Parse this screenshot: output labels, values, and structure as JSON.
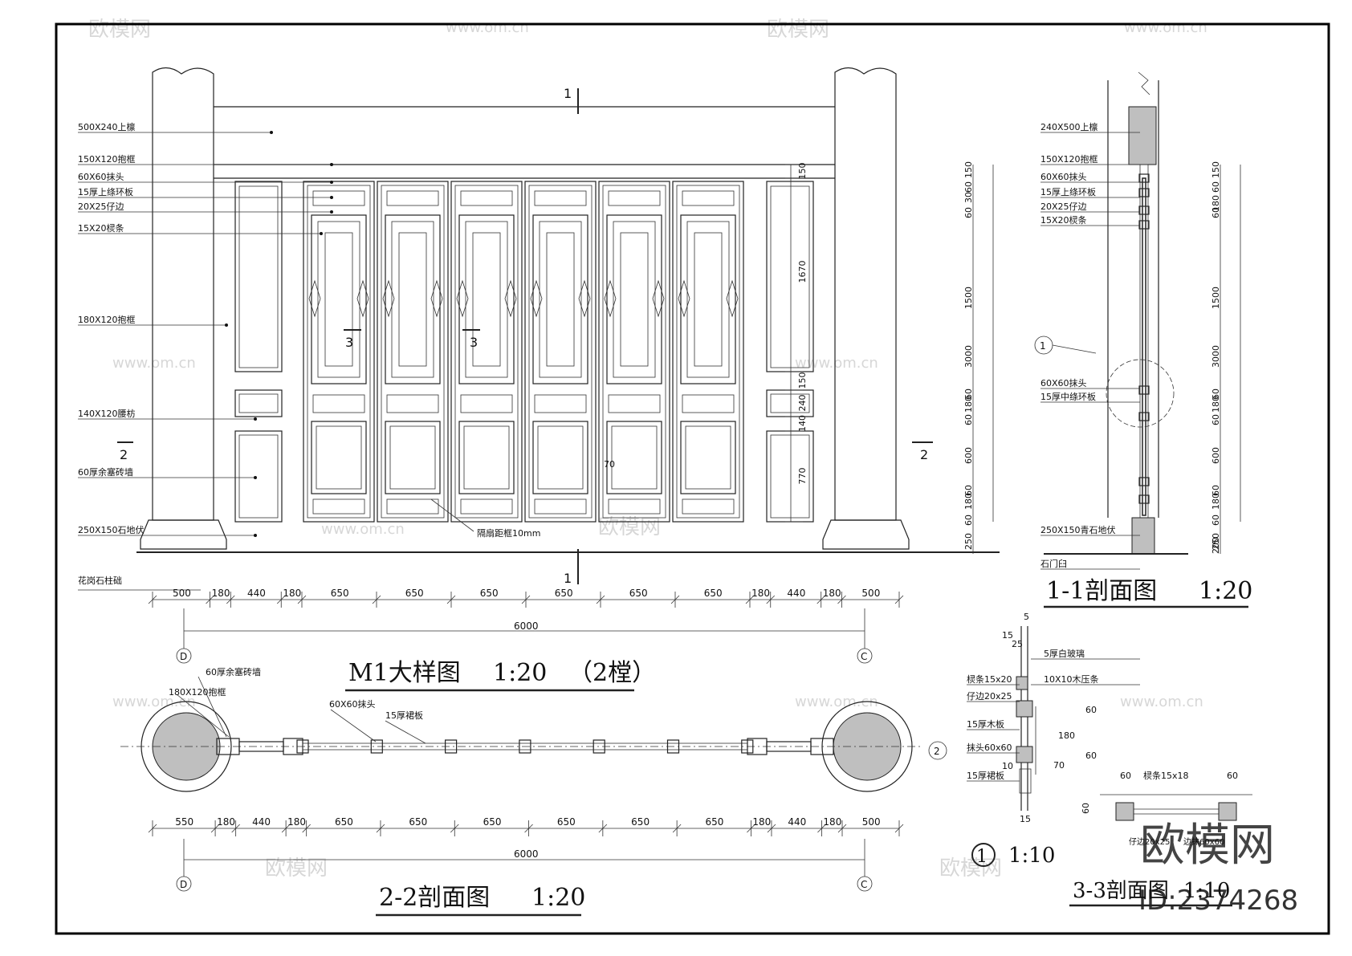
{
  "watermark": {
    "brand": "欧模网",
    "url": "www.om.cn",
    "id": "ID:2374268"
  },
  "elevation": {
    "title": "M1大样图",
    "scale": "1:20",
    "note": "（2樘）",
    "section_marks": [
      "1",
      "1",
      "2",
      "2",
      "3",
      "3"
    ],
    "left_labels": [
      "500X240上檩",
      "150X120抱框",
      "60X60抹头",
      "15厚上绦环板",
      "20X25仔边",
      "15X20棂条",
      "180X120抱框",
      "140X120腰枋",
      "60厚余塞砖墙",
      "250X150石地伏",
      "花岗石柱础"
    ],
    "gap_label": "隔扇距框10mm",
    "marker_70": "70",
    "right_dims": [
      "150",
      "1670",
      "150",
      "240",
      "140",
      "770"
    ],
    "dims_bottom": [
      "500",
      "180",
      "440",
      "180",
      "650",
      "650",
      "650",
      "650",
      "650",
      "650",
      "180",
      "440",
      "180",
      "500"
    ],
    "total": "6000",
    "axis_left": "D",
    "axis_right": "C"
  },
  "section22": {
    "title": "2-2剖面图",
    "scale": "1:20",
    "labels": [
      "60厚余塞砖墙",
      "180X120抱框",
      "60X60抹头",
      "15厚裙板"
    ],
    "axis_mark": "2",
    "dims": [
      "550",
      "180",
      "440",
      "180",
      "650",
      "650",
      "650",
      "650",
      "650",
      "650",
      "180",
      "440",
      "180",
      "500"
    ],
    "total": "6000",
    "axis_left": "D",
    "axis_right": "C"
  },
  "section11": {
    "title": "1-1剖面图",
    "scale": "1:20",
    "labels": [
      "240X500上檩",
      "150X120抱框",
      "60X60抹头",
      "15厚上绦环板",
      "20X25仔边",
      "15X20棂条",
      "60X60抹头",
      "15厚中绦环板",
      "250X150青石地伏",
      "石门臼"
    ],
    "detail_mark": "1",
    "dims_left": [
      "150",
      "60",
      "30",
      "60",
      "1500",
      "3000",
      "60",
      "180",
      "60",
      "600",
      "60",
      "180",
      "60",
      "250"
    ],
    "dims_right": [
      "150",
      "60",
      "180",
      "60",
      "1500",
      "3000",
      "60",
      "180",
      "60",
      "600",
      "60",
      "180",
      "60",
      "250",
      "200"
    ]
  },
  "detail1": {
    "mark": "1",
    "scale": "1:10",
    "labels": [
      "5厚白玻璃",
      "10X10木压条",
      "棂条15x20",
      "仔边20x25",
      "15厚木板",
      "抹头60x60",
      "15厚裙板"
    ],
    "dims": [
      "5",
      "15",
      "25",
      "60",
      "180",
      "60",
      "70",
      "10",
      "15"
    ]
  },
  "section33": {
    "title": "3-3剖面图",
    "scale": "1:10",
    "labels": [
      "棂条15x18",
      "仔边20x25",
      "边抹60x60"
    ],
    "dims": [
      "60",
      "60",
      "60"
    ]
  }
}
